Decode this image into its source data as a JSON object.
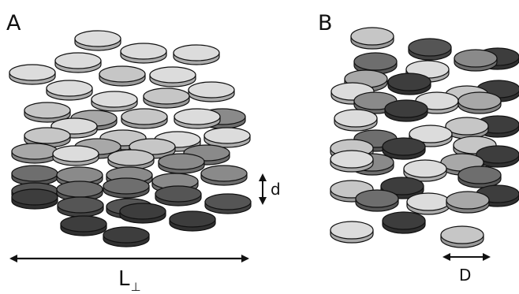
{
  "panels": {
    "a": {
      "label": "A"
    },
    "b": {
      "label": "B"
    }
  },
  "dimensions": {
    "layer_spacing": "d",
    "lateral_size": "L",
    "lateral_subscript": "⊥",
    "disc_diameter": "D"
  },
  "colors": {
    "outline": "#111111",
    "shades": [
      "#dcdcdc",
      "#c6c6c6",
      "#a8a8a8",
      "#8a8a8a",
      "#6e6e6e",
      "#555555",
      "#3d3d3d"
    ]
  }
}
